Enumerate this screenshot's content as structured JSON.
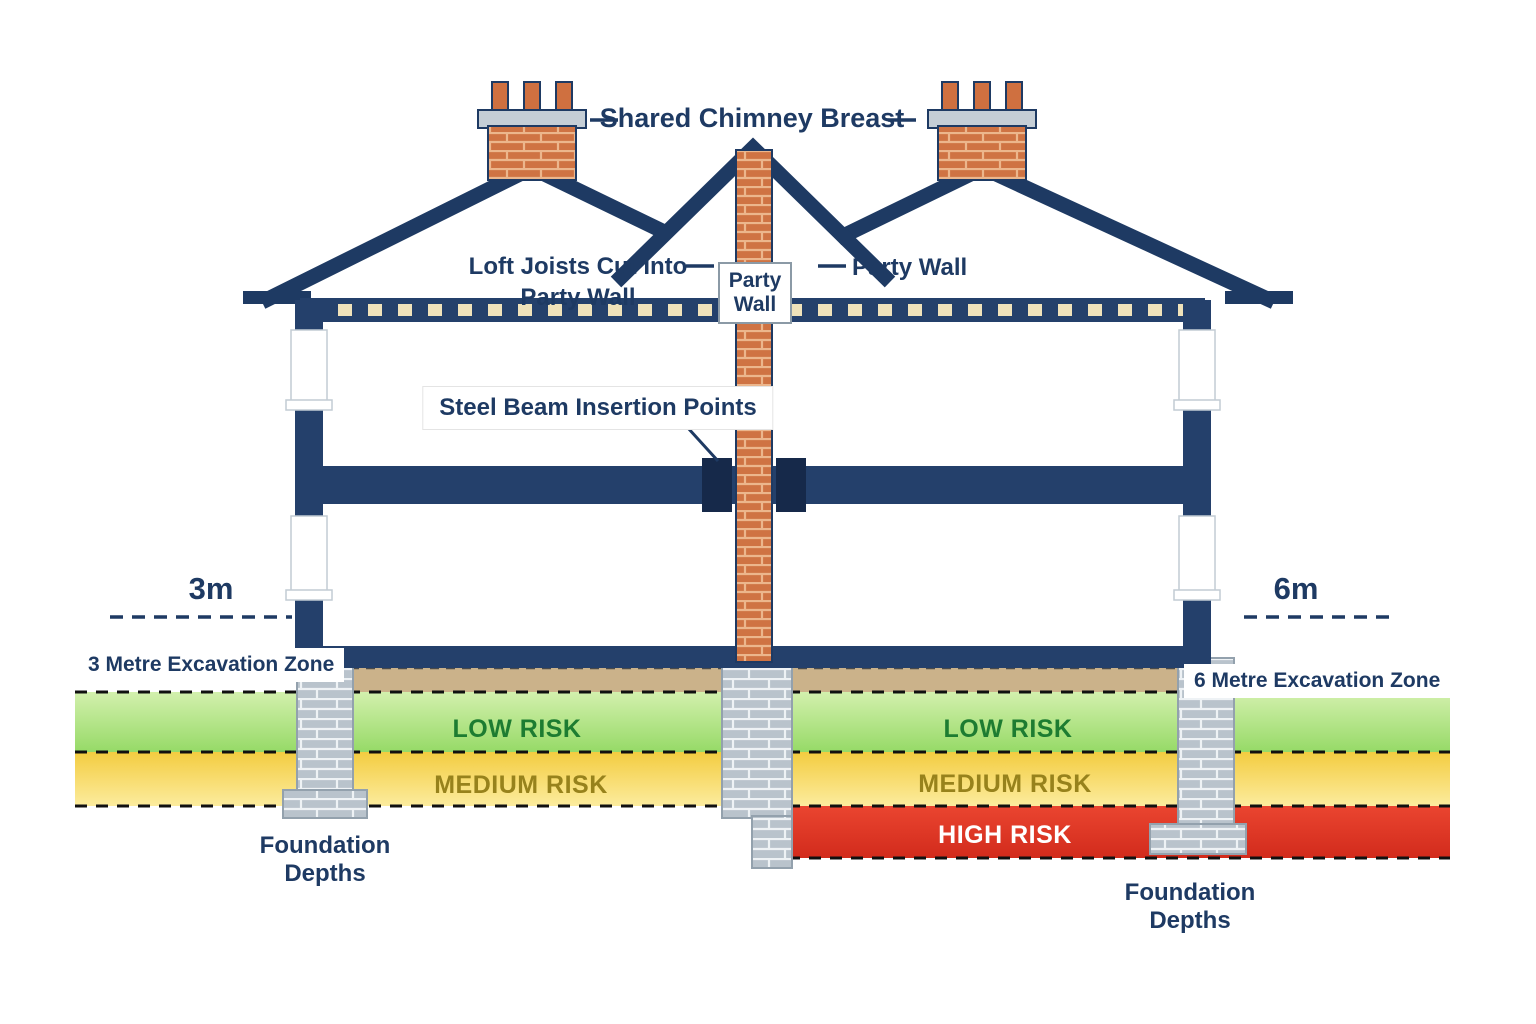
{
  "palette": {
    "navy": "#1e3a63",
    "brick_orange": "#cf7343",
    "stone_grey": "#b9c3cc",
    "soil_tan": "#cbb28a",
    "low_risk_green": "#a8e17b",
    "medium_risk_yellow": "#f6d54e",
    "high_risk_red": "#dd2f1e",
    "low_risk_text": "#1d7c31",
    "medium_risk_text": "#97821c",
    "high_risk_text": "#ffffff"
  },
  "annotations": {
    "shared_chimney_breast": "Shared Chimney Breast",
    "loft_joists_line1": "Loft Joists Cut Into",
    "loft_joists_line2": "Party Wall",
    "party_wall_box_line1": "Party",
    "party_wall_box_line2": "Wall",
    "party_wall_right": "Party Wall",
    "steel_beam_insertion": "Steel Beam Insertion Points",
    "left_depth": "3m",
    "right_depth": "6m",
    "left_excavation_zone": "3 Metre Excavation Zone",
    "right_excavation_zone": "6 Metre Excavation Zone",
    "foundation_line1": "Foundation",
    "foundation_line2": "Depths"
  },
  "risk_zones": {
    "left": {
      "low": "LOW RISK",
      "medium": "MEDIUM RISK"
    },
    "right": {
      "low": "LOW RISK",
      "medium": "MEDIUM RISK",
      "high": "HIGH RISK"
    }
  }
}
